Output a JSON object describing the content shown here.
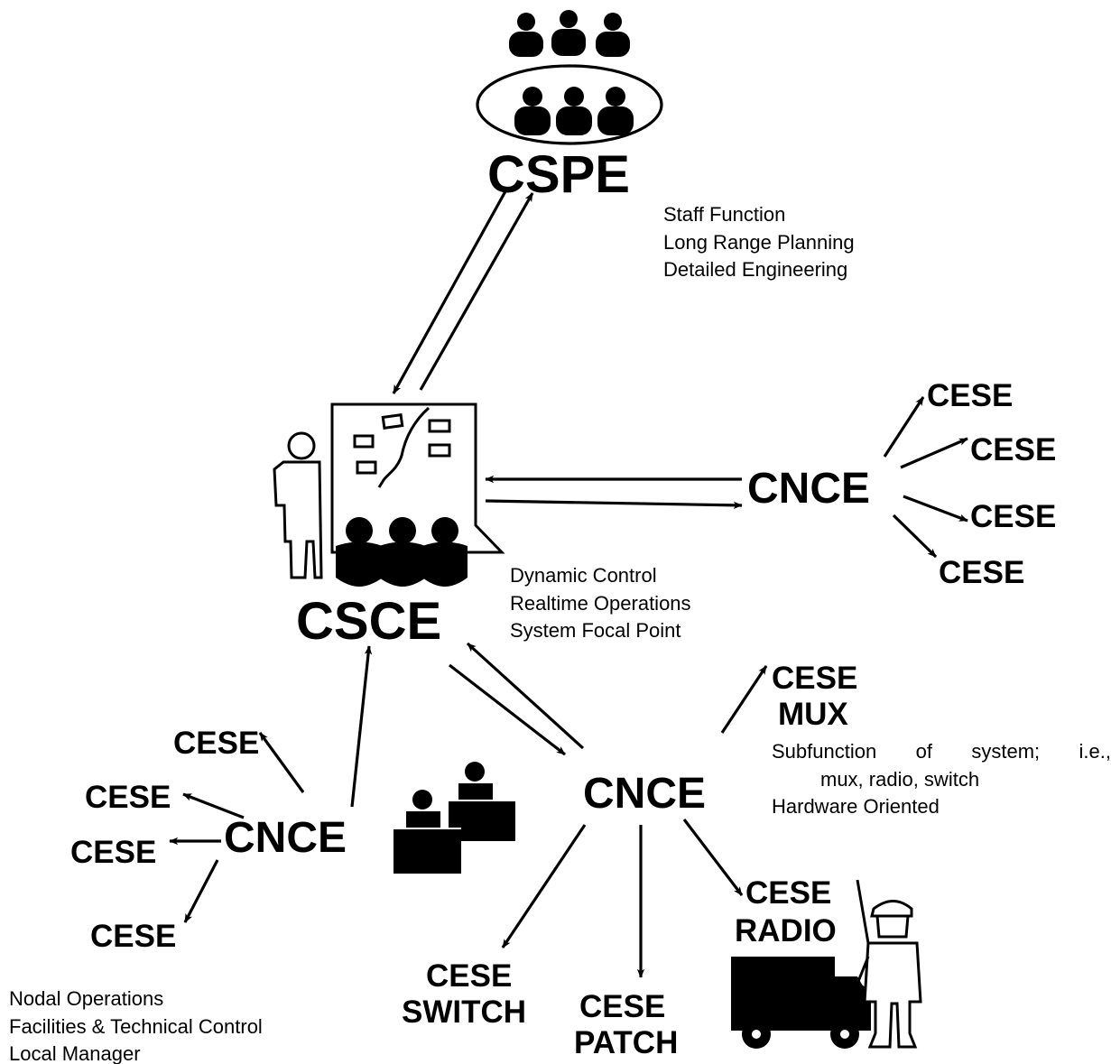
{
  "cspe": {
    "label": "CSPE",
    "notes": [
      "Staff Function",
      "Long Range Planning",
      "Detailed Engineering"
    ]
  },
  "csce": {
    "label": "CSCE",
    "notes": [
      "Dynamic Control",
      "Realtime Operations",
      "System Focal Point"
    ]
  },
  "cnce_right": {
    "label": "CNCE",
    "cese": [
      "CESE",
      "CESE",
      "CESE",
      "CESE"
    ]
  },
  "cnce_left": {
    "label": "CNCE",
    "cese": [
      "CESE",
      "CESE",
      "CESE",
      "CESE"
    ],
    "notes": [
      "Nodal Operations",
      "Facilities & Technical Control",
      "Local Manager"
    ]
  },
  "cnce_bottom": {
    "label": "CNCE",
    "mux": [
      "CESE",
      "MUX"
    ],
    "mux_notes": [
      "Subfunction of system; i.e.,",
      "mux, radio, switch",
      "Hardware Oriented"
    ],
    "switch": [
      "CESE",
      "SWITCH"
    ],
    "patch": [
      "CESE",
      "PATCH"
    ],
    "radio": [
      "CESE",
      "RADIO"
    ]
  },
  "icons": [
    "people-group-icon",
    "operator-icon",
    "display-board-icon",
    "truck-icon",
    "hardhat-worker-icon"
  ]
}
